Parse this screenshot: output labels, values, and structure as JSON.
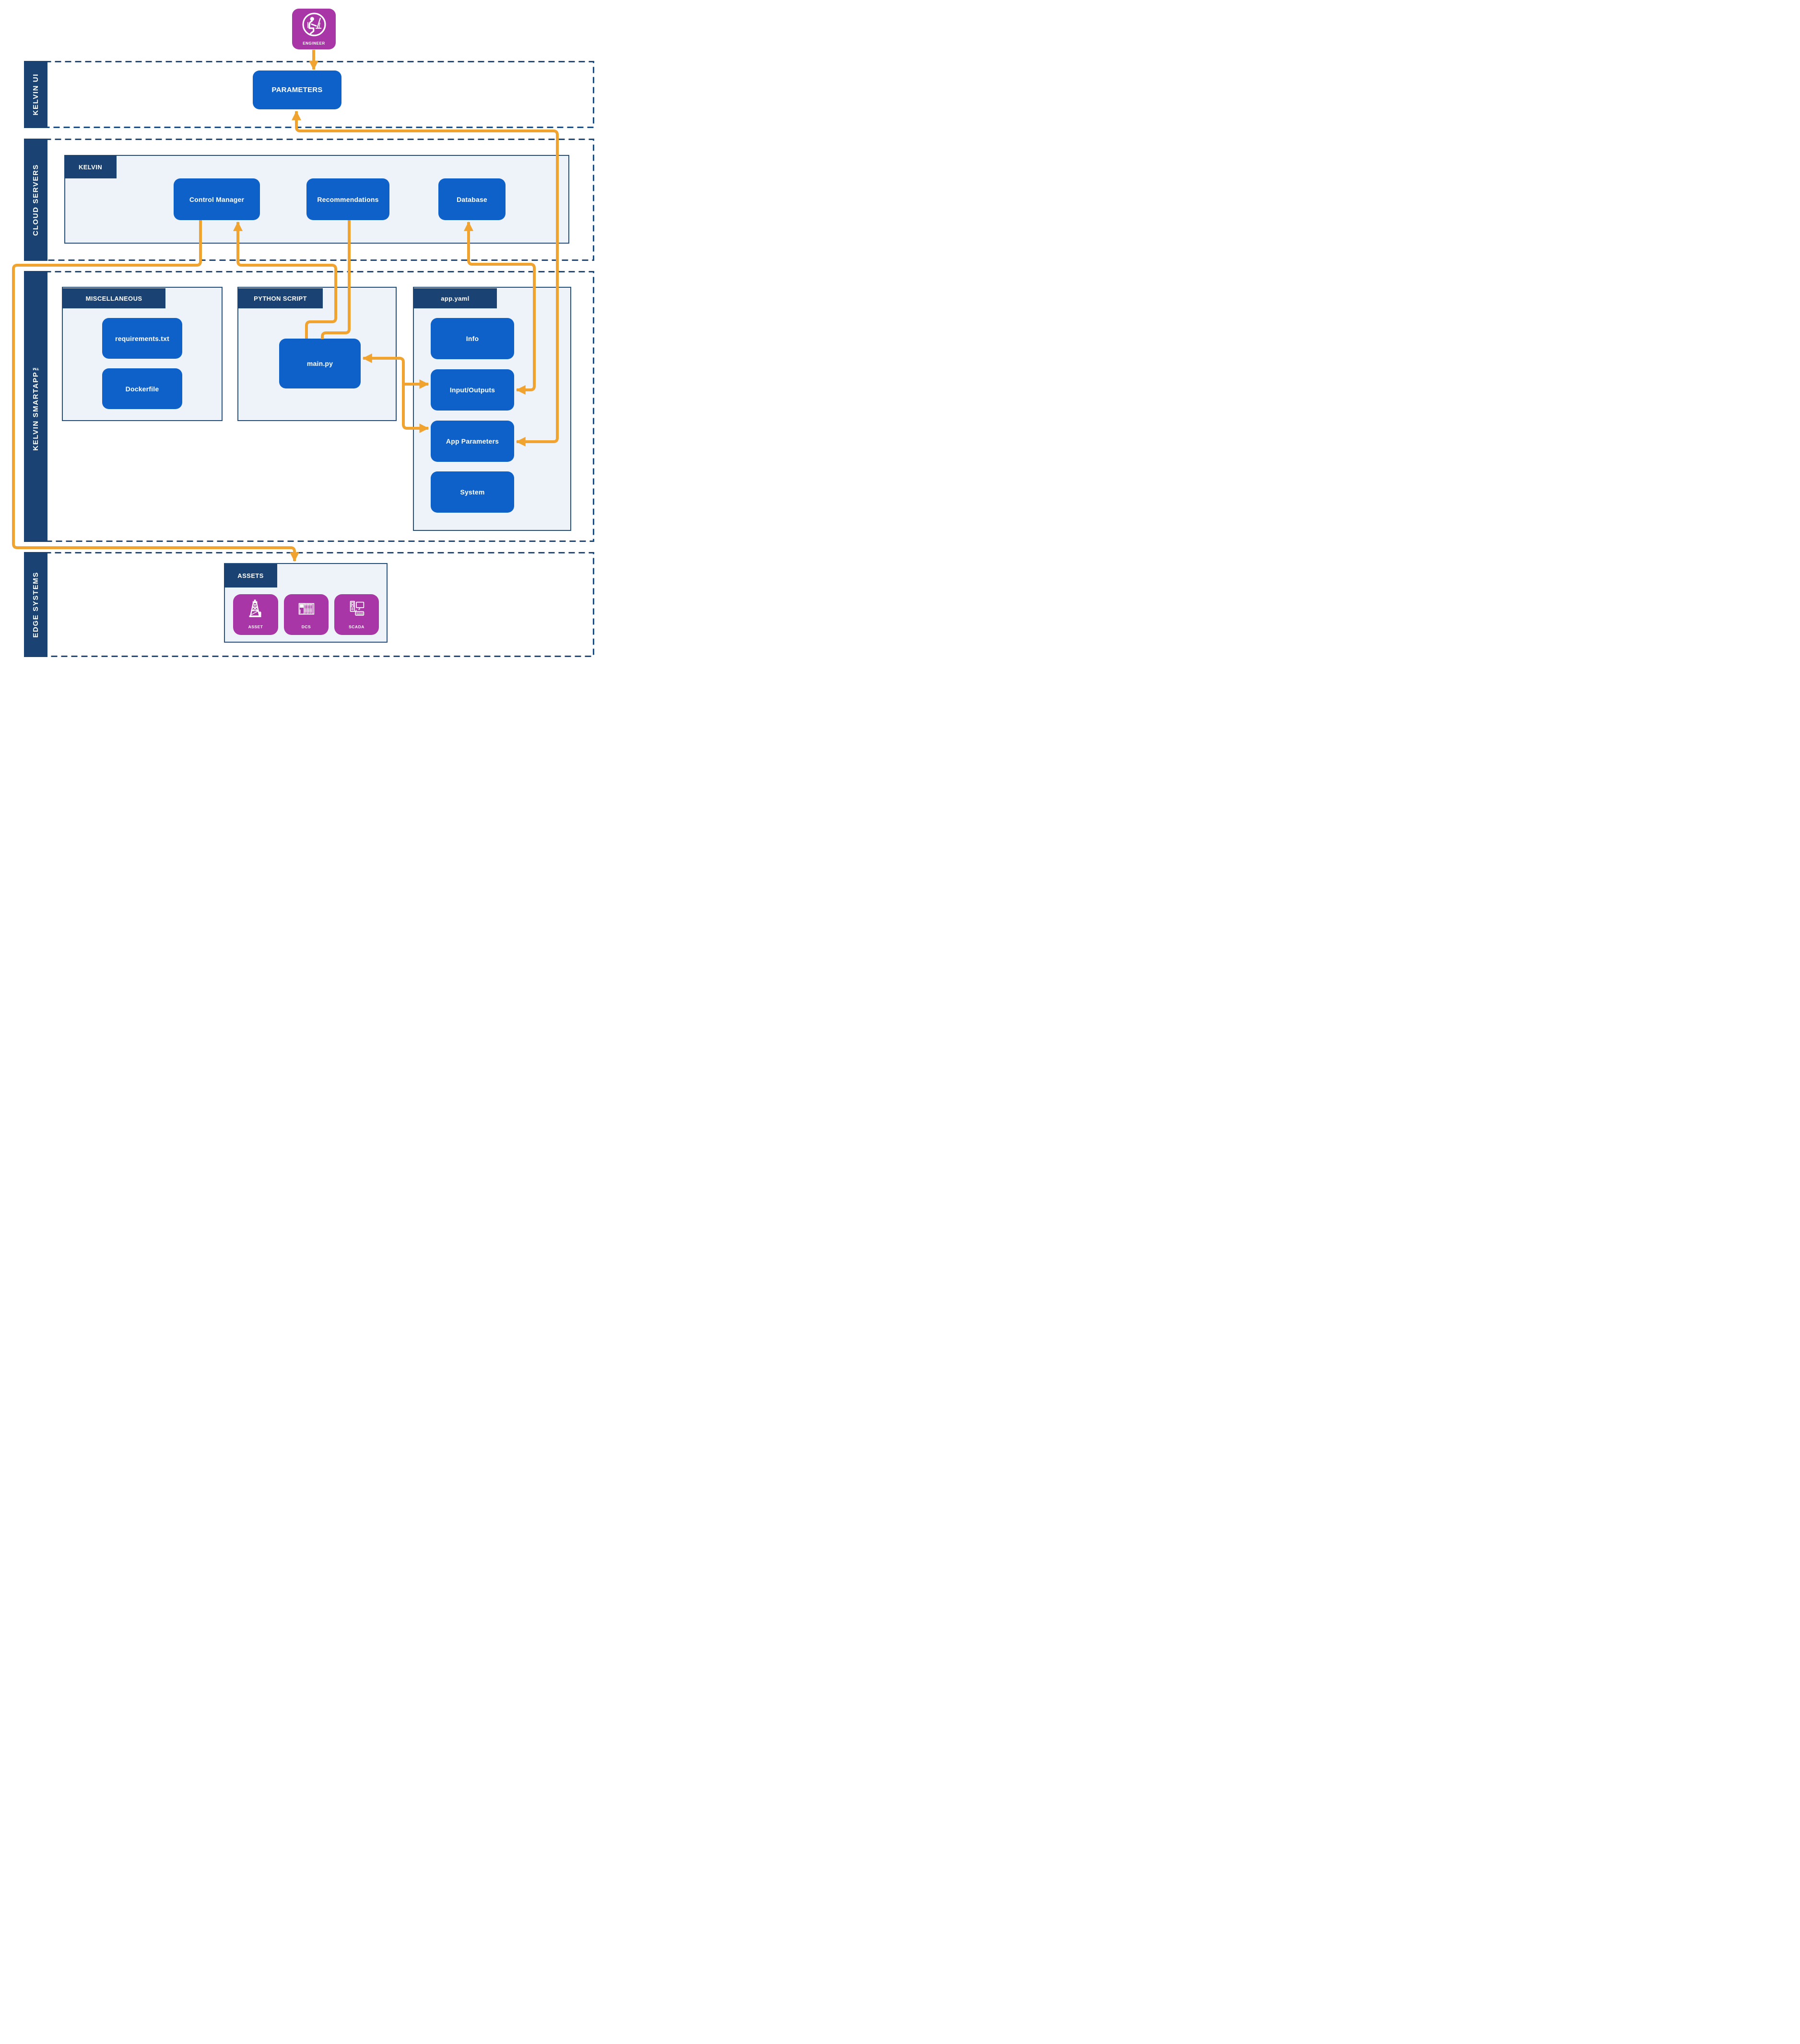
{
  "colors": {
    "navy": "#1A4373",
    "blue": "#0D61C9",
    "orange": "#F0A32E",
    "magenta": "#A836A6",
    "panel_bg": "#EEF3F9",
    "panel_border": "#27507F",
    "dash": "#1D4B80"
  },
  "bands": [
    "KELVIN UI",
    "CLOUD SERVERS",
    "KELVIN SMARTAPP™",
    "EDGE SYSTEMS"
  ],
  "engineer_label": "ENGINEER",
  "parameters_label": "PARAMETERS",
  "cloud": {
    "tab": "KELVIN",
    "control_manager": "Control Manager",
    "recommendations": "Recommendations",
    "database": "Database"
  },
  "smartapp": {
    "misc_tab": "MISCELLANEOUS",
    "requirements": "requirements.txt",
    "dockerfile": "Dockerfile",
    "python_tab": "PYTHON SCRIPT",
    "main_py": "main.py",
    "appyaml_tab": "app.yaml",
    "info": "Info",
    "inputs_outputs": "Input/Outputs",
    "app_parameters": "App Parameters",
    "system": "System"
  },
  "edge": {
    "tab": "ASSETS",
    "asset": "ASSET",
    "dcs": "DCS",
    "scada": "SCADA"
  }
}
